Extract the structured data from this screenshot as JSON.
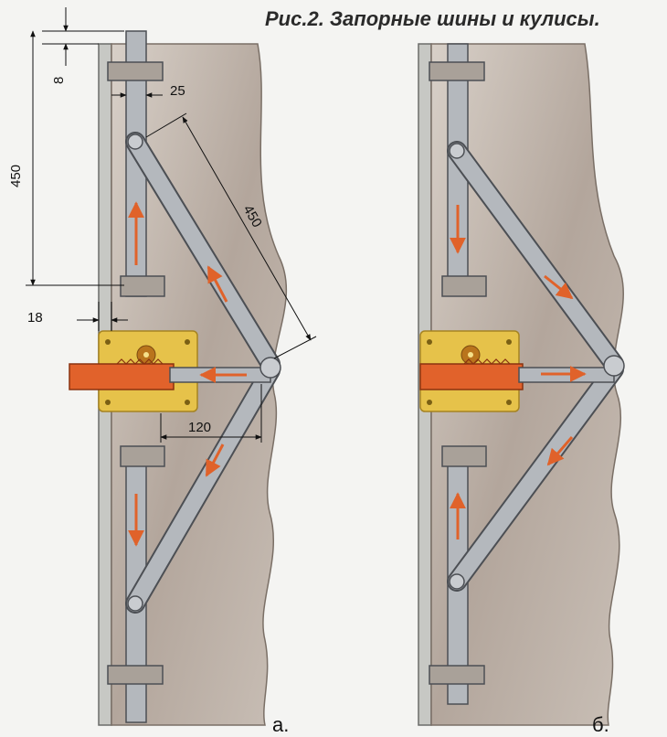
{
  "title": "Рис.2. Запорные шины и кулисы.",
  "dimensions": {
    "d8": "8",
    "d25": "25",
    "d450_vertical": "450",
    "d450_diagonal": "450",
    "d18": "18",
    "d120": "120"
  },
  "panels": {
    "a_label": "а.",
    "b_label": "б."
  },
  "colors": {
    "wall": "#b9afa6",
    "bar": "#b4b8bd",
    "bar_edge": "#4c4f54",
    "lock_body": "#e6c24a",
    "lock_edge": "#a58321",
    "bolt": "#e1622b",
    "arrow": "#e0622a",
    "frame": "#c7c8c4"
  }
}
